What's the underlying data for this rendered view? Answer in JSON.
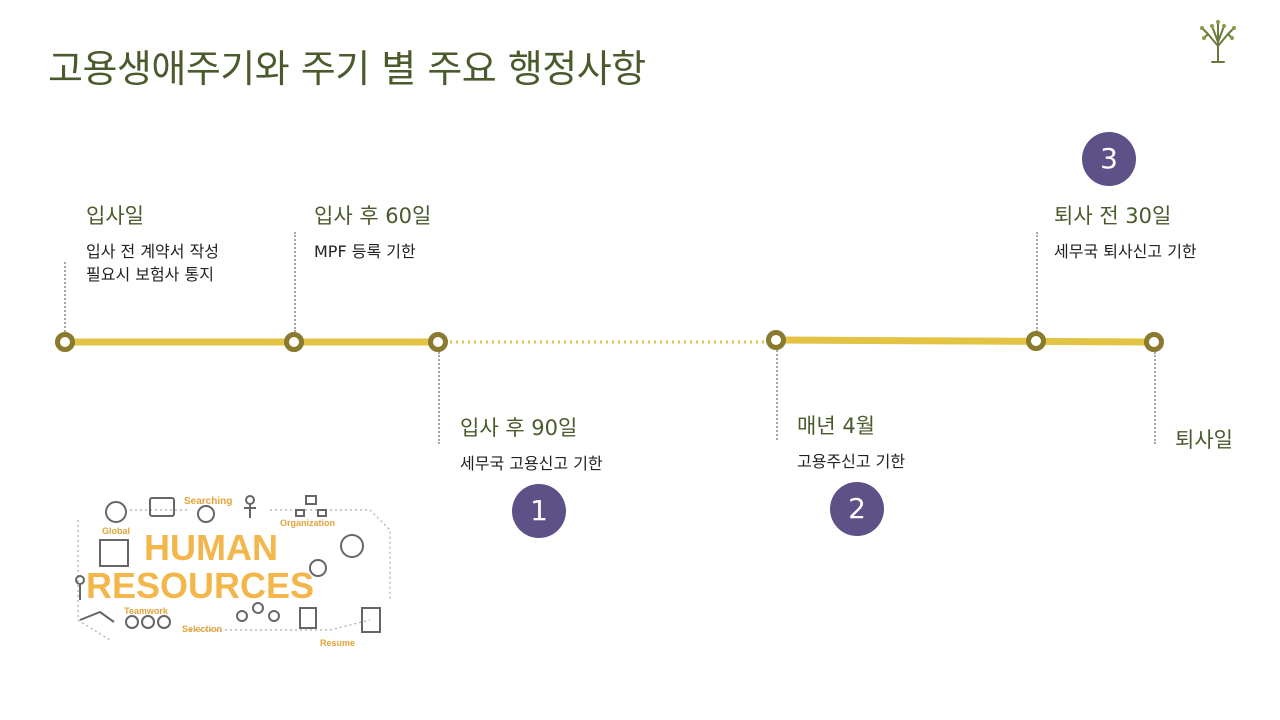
{
  "title": "고용생애주기와 주기 별 주요 행정사항",
  "colors": {
    "accent": "#e3c343",
    "title": "#4a5a2c",
    "node_border": "#8a7a2e",
    "badge": "#5d5187"
  },
  "milestones": [
    {
      "head": "입사일",
      "lines": [
        "입사 전 계약서 작성",
        "필요시 보험사 통지"
      ]
    },
    {
      "head": "입사 후 60일",
      "lines": [
        "MPF 등록 기한"
      ]
    },
    {
      "head": "입사 후 90일",
      "lines": [
        "세무국 고용신고 기한"
      ],
      "badge": "1"
    },
    {
      "head": "매년 4월",
      "lines": [
        "고용주신고 기한"
      ],
      "badge": "2"
    },
    {
      "head": "퇴사 전 30일",
      "lines": [
        "세무국 퇴사신고 기한"
      ],
      "badge": "3"
    },
    {
      "head": "퇴사일",
      "lines": []
    }
  ],
  "hr_image": {
    "words": [
      "HUMAN",
      "RESOURCES"
    ],
    "labels": [
      "Searching",
      "Global",
      "Organization",
      "Teamwork",
      "Selection",
      "Resume"
    ]
  }
}
